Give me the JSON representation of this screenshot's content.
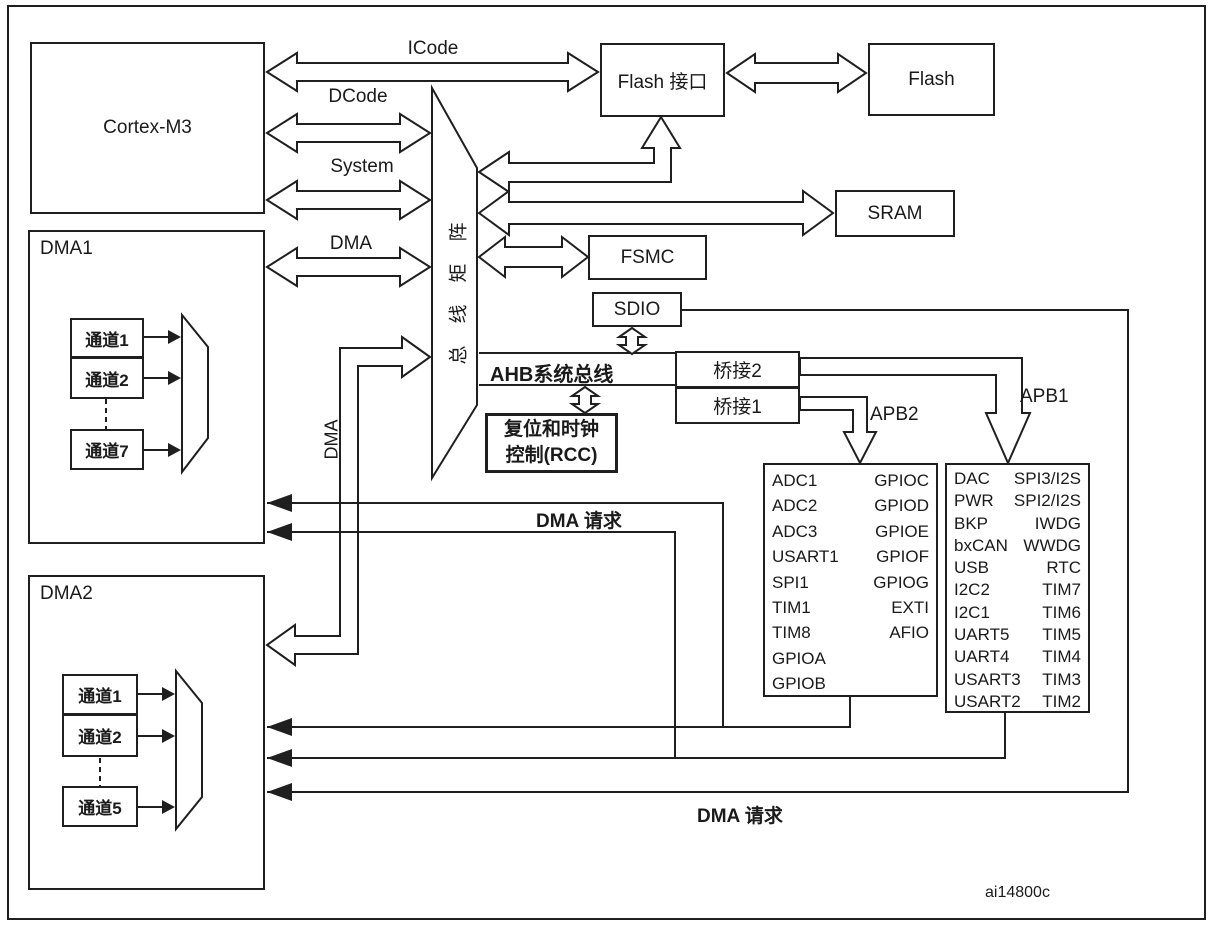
{
  "figure_code": "ai14800c",
  "colors": {
    "line": "#1f1f1f",
    "background": "#ffffff"
  },
  "cpu": {
    "label": "Cortex-M3"
  },
  "cpu_buses": {
    "icode": "ICode",
    "dcode": "DCode",
    "system": "System",
    "dma": "DMA"
  },
  "bus_matrix": {
    "label": "总线矩阵"
  },
  "memory": {
    "flash_interface": "Flash 接口",
    "flash": "Flash",
    "sram": "SRAM",
    "fsmc": "FSMC",
    "sdio": "SDIO"
  },
  "ahb": {
    "label": "AHB系统总线"
  },
  "bridges": {
    "bridge2": "桥接2",
    "bridge1": "桥接1"
  },
  "apb": {
    "apb2_label": "APB2",
    "apb1_label": "APB1"
  },
  "rcc": {
    "line1": "复位和时钟",
    "line2": "控制(RCC)"
  },
  "dma_bus": {
    "label": "DMA"
  },
  "dma_requests": {
    "upper_label": "DMA 请求",
    "lower_label": "DMA 请求"
  },
  "dma1": {
    "title": "DMA1",
    "channels": [
      "通道1",
      "通道2",
      "通道7"
    ]
  },
  "dma2": {
    "title": "DMA2",
    "channels": [
      "通道1",
      "通道2",
      "通道5"
    ]
  },
  "apb2_peripherals": {
    "left": [
      "ADC1",
      "ADC2",
      "ADC3",
      "USART1",
      "SPI1",
      "TIM1",
      "TIM8",
      "GPIOA",
      "GPIOB"
    ],
    "right": [
      "GPIOC",
      "GPIOD",
      "GPIOE",
      "GPIOF",
      "GPIOG",
      "EXTI",
      "AFIO"
    ]
  },
  "apb1_peripherals": {
    "left": [
      "DAC",
      "PWR",
      "BKP",
      "bxCAN",
      "USB",
      "I2C2",
      "I2C1",
      "UART5",
      "UART4",
      "USART3",
      "USART2"
    ],
    "right": [
      "SPI3/I2S",
      "SPI2/I2S",
      "IWDG",
      "WWDG",
      "RTC",
      "TIM7",
      "TIM6",
      "TIM5",
      "TIM4",
      "TIM3",
      "TIM2"
    ]
  }
}
